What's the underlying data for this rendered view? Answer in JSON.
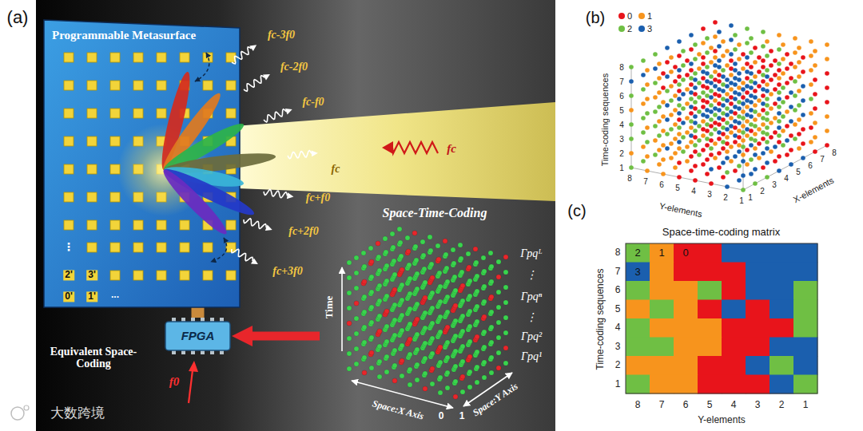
{
  "diagram": {
    "nodes": [
      {
        "text": [
          "Programmable Metasurface"
        ]
      },
      {
        "text": [
          "FPGA"
        ]
      },
      {
        "text": [
          "Space-Time-Coding"
        ]
      },
      {
        "text": [
          "Space-time-coding matrix"
        ]
      }
    ],
    "edges": [
      {
        "from": 1,
        "to": 0,
        "arrow": "none"
      },
      {
        "from": 2,
        "to": 1,
        "arrow": "to"
      }
    ],
    "labels": [
      "(a)",
      "fc-3f0",
      "fc-2f0",
      "fc-f0",
      "fc",
      "fc+f0",
      "fc+2f0",
      "fc+3f0",
      "fc",
      "f0",
      "Equivalent Space-Coding",
      "0'",
      "1'",
      "...",
      "2'",
      "3'",
      "⋮",
      "Time",
      "Space:X Axis",
      "Space:Y Axis",
      "0",
      "1",
      "Γpqᴸ",
      "⋮",
      "Γpqⁿ",
      "⋮",
      "Γpq²",
      "Γpq¹",
      "大数跨境",
      "(b)",
      "Time-coding sequences",
      "1",
      "2",
      "3",
      "4",
      "5",
      "6",
      "7",
      "8",
      "Y-elements",
      "1",
      "2",
      "3",
      "4",
      "5",
      "6",
      "7",
      "8",
      "X-elements",
      "1",
      "2",
      "3",
      "4",
      "5",
      "6",
      "7",
      "8",
      "(c)",
      "Time-coding sequences",
      "8",
      "7",
      "6",
      "5",
      "4",
      "3",
      "2",
      "1",
      "Y-elements",
      "8",
      "7",
      "6",
      "5",
      "4",
      "3",
      "2",
      "1",
      "2",
      "1",
      "0",
      "3"
    ],
    "legend": [
      {
        "text": "0",
        "color": "#e8141b"
      },
      {
        "text": "1",
        "color": "#f7941d"
      },
      {
        "text": "2",
        "color": "#6fbf44"
      },
      {
        "text": "3",
        "color": "#1b5fae"
      }
    ]
  }
}
